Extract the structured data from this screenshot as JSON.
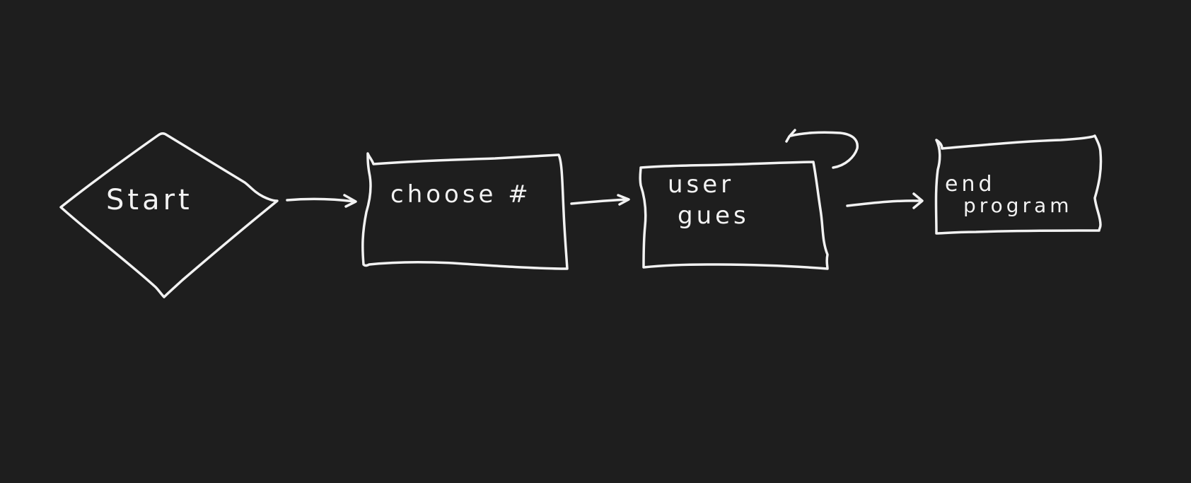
{
  "diagram": {
    "type": "flowchart",
    "style": "hand-drawn whiteboard",
    "colors": {
      "background": "#1e1e1e",
      "ink": "#f2f2f2"
    },
    "nodes": [
      {
        "id": "start",
        "shape": "diamond",
        "label": "Start"
      },
      {
        "id": "choose",
        "shape": "rectangle",
        "label": "choose #"
      },
      {
        "id": "guess",
        "shape": "rectangle",
        "label_lines": [
          "user",
          "gues"
        ]
      },
      {
        "id": "end",
        "shape": "rectangle",
        "label_lines": [
          "end",
          "program"
        ]
      }
    ],
    "edges": [
      {
        "from": "start",
        "to": "choose"
      },
      {
        "from": "choose",
        "to": "guess"
      },
      {
        "from": "guess",
        "to": "guess",
        "kind": "self-loop"
      },
      {
        "from": "guess",
        "to": "end"
      }
    ]
  }
}
